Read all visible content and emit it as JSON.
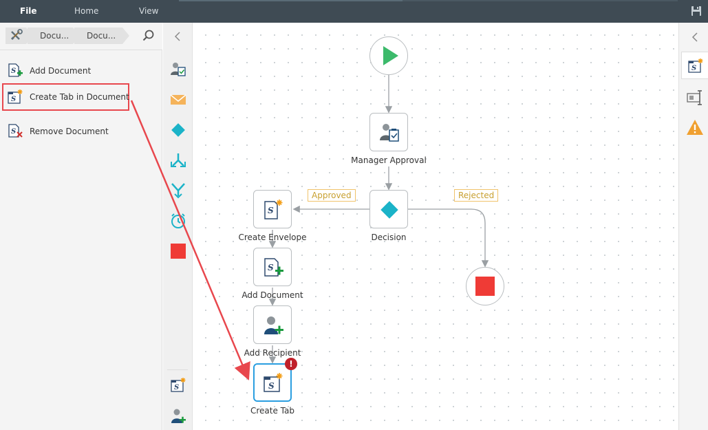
{
  "menu": {
    "file": "File",
    "home": "Home",
    "view": "View"
  },
  "breadcrumb": [
    "Docu...",
    "Docu..."
  ],
  "wizards": [
    {
      "label": "Add Document",
      "icon": "document-add-icon"
    },
    {
      "label": "Create Tab in Document",
      "icon": "document-tab-icon"
    },
    {
      "label": "Remove Document",
      "icon": "document-remove-icon"
    }
  ],
  "workflow": {
    "nodes": {
      "manager_approval": "Manager Approval",
      "decision": "Decision",
      "create_envelope": "Create Envelope",
      "add_document": "Add Document",
      "add_recipient": "Add Recipient",
      "create_tab": "Create Tab"
    },
    "lines": {
      "approved": "Approved",
      "rejected": "Rejected"
    },
    "error_badge": "!"
  },
  "colors": {
    "menubar": "#3f4b54",
    "start_green": "#3cba6b",
    "decision_teal": "#1bb3c8",
    "stop_red": "#ef3b36",
    "selection_blue": "#2a9ee0",
    "annotation_red": "#e8474d",
    "label_orange": "#f0c36a"
  }
}
